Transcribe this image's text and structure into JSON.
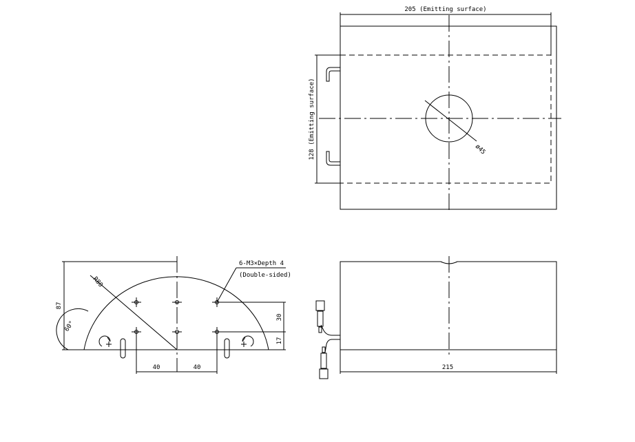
{
  "top_view": {
    "width_dim": "205 (Emitting surface)",
    "height_dim": "128 (Emitting surface)",
    "hole_dim": "ø45"
  },
  "front_view": {
    "length_dim": "215"
  },
  "side_view": {
    "height_dim": "87",
    "radius_dim": "R80",
    "angle_dim": "60°",
    "hole_note_line1": "6-M3×Depth 4",
    "hole_note_line2": "(Double-sided)",
    "hole_spacing_v": "30",
    "hole_offset_v": "17",
    "hole_spacing_left": "40",
    "hole_spacing_right": "40"
  }
}
